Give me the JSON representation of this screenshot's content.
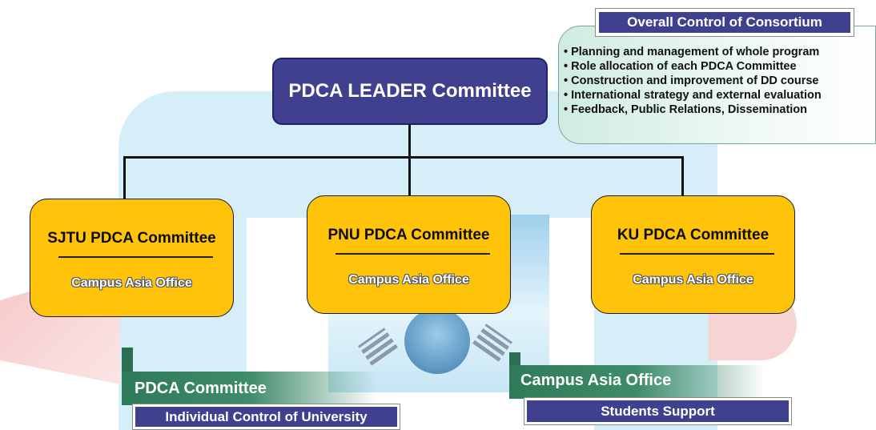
{
  "leader": {
    "label": "PDCA LEADER Committee"
  },
  "overall_control": {
    "title": "Overall Control of Consortium",
    "items": [
      "Planning and management of whole program",
      "Role allocation of each PDCA Committee",
      "Construction and improvement of DD course",
      "International strategy and external evaluation",
      "Feedback, Public Relations, Dissemination"
    ]
  },
  "universities": [
    {
      "name": "SJTU PDCA Committee",
      "office": "Campus Asia Office"
    },
    {
      "name": "PNU PDCA Committee",
      "office": "Campus Asia Office"
    },
    {
      "name": "KU PDCA Committee",
      "office": "Campus Asia Office"
    }
  ],
  "legend_left": {
    "title": "PDCA Committee",
    "subtitle": "Individual Control of University"
  },
  "legend_right": {
    "title": "Campus Asia Office",
    "subtitle": "Students Support"
  },
  "colors": {
    "navy": "#3f418e",
    "yellow": "#ffc40a",
    "green": "#2e7a59",
    "light_blue": "#d6eef7"
  }
}
